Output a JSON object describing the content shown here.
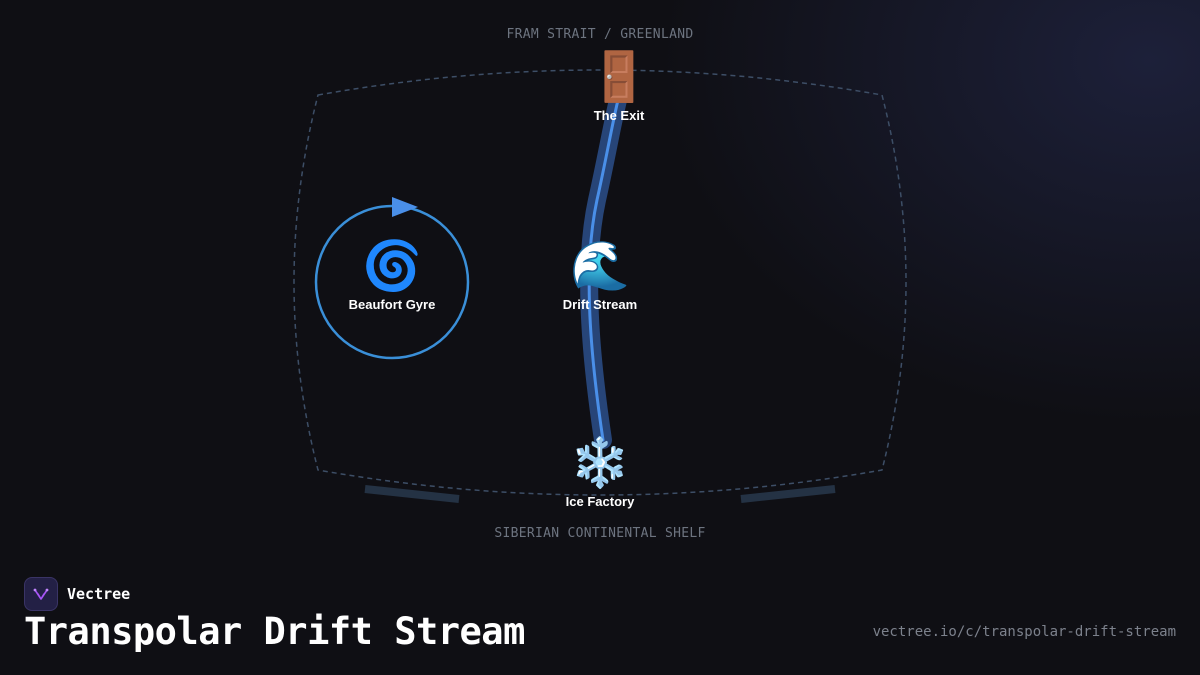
{
  "diagram": {
    "top_label": "FRAM STRAIT / GREENLAND",
    "bottom_label": "SIBERIAN CONTINENTAL SHELF",
    "nodes": [
      {
        "id": "exit",
        "label": "The Exit",
        "emoji": "🚪"
      },
      {
        "id": "gyre",
        "label": "Beaufort Gyre",
        "emoji": "🌀"
      },
      {
        "id": "drift",
        "label": "Drift Stream",
        "emoji": "🌊"
      },
      {
        "id": "factory",
        "label": "Ice Factory",
        "emoji": "❄️"
      }
    ],
    "colors": {
      "stream_core": "#4a8fe8",
      "stream_glow": "#2b4f8a",
      "gyre_ring": "#3a8fd8",
      "boundary": "#3d4e66"
    }
  },
  "brand": {
    "name": "Vectree"
  },
  "title": "Transpolar Drift Stream",
  "url": "vectree.io/c/transpolar-drift-stream"
}
